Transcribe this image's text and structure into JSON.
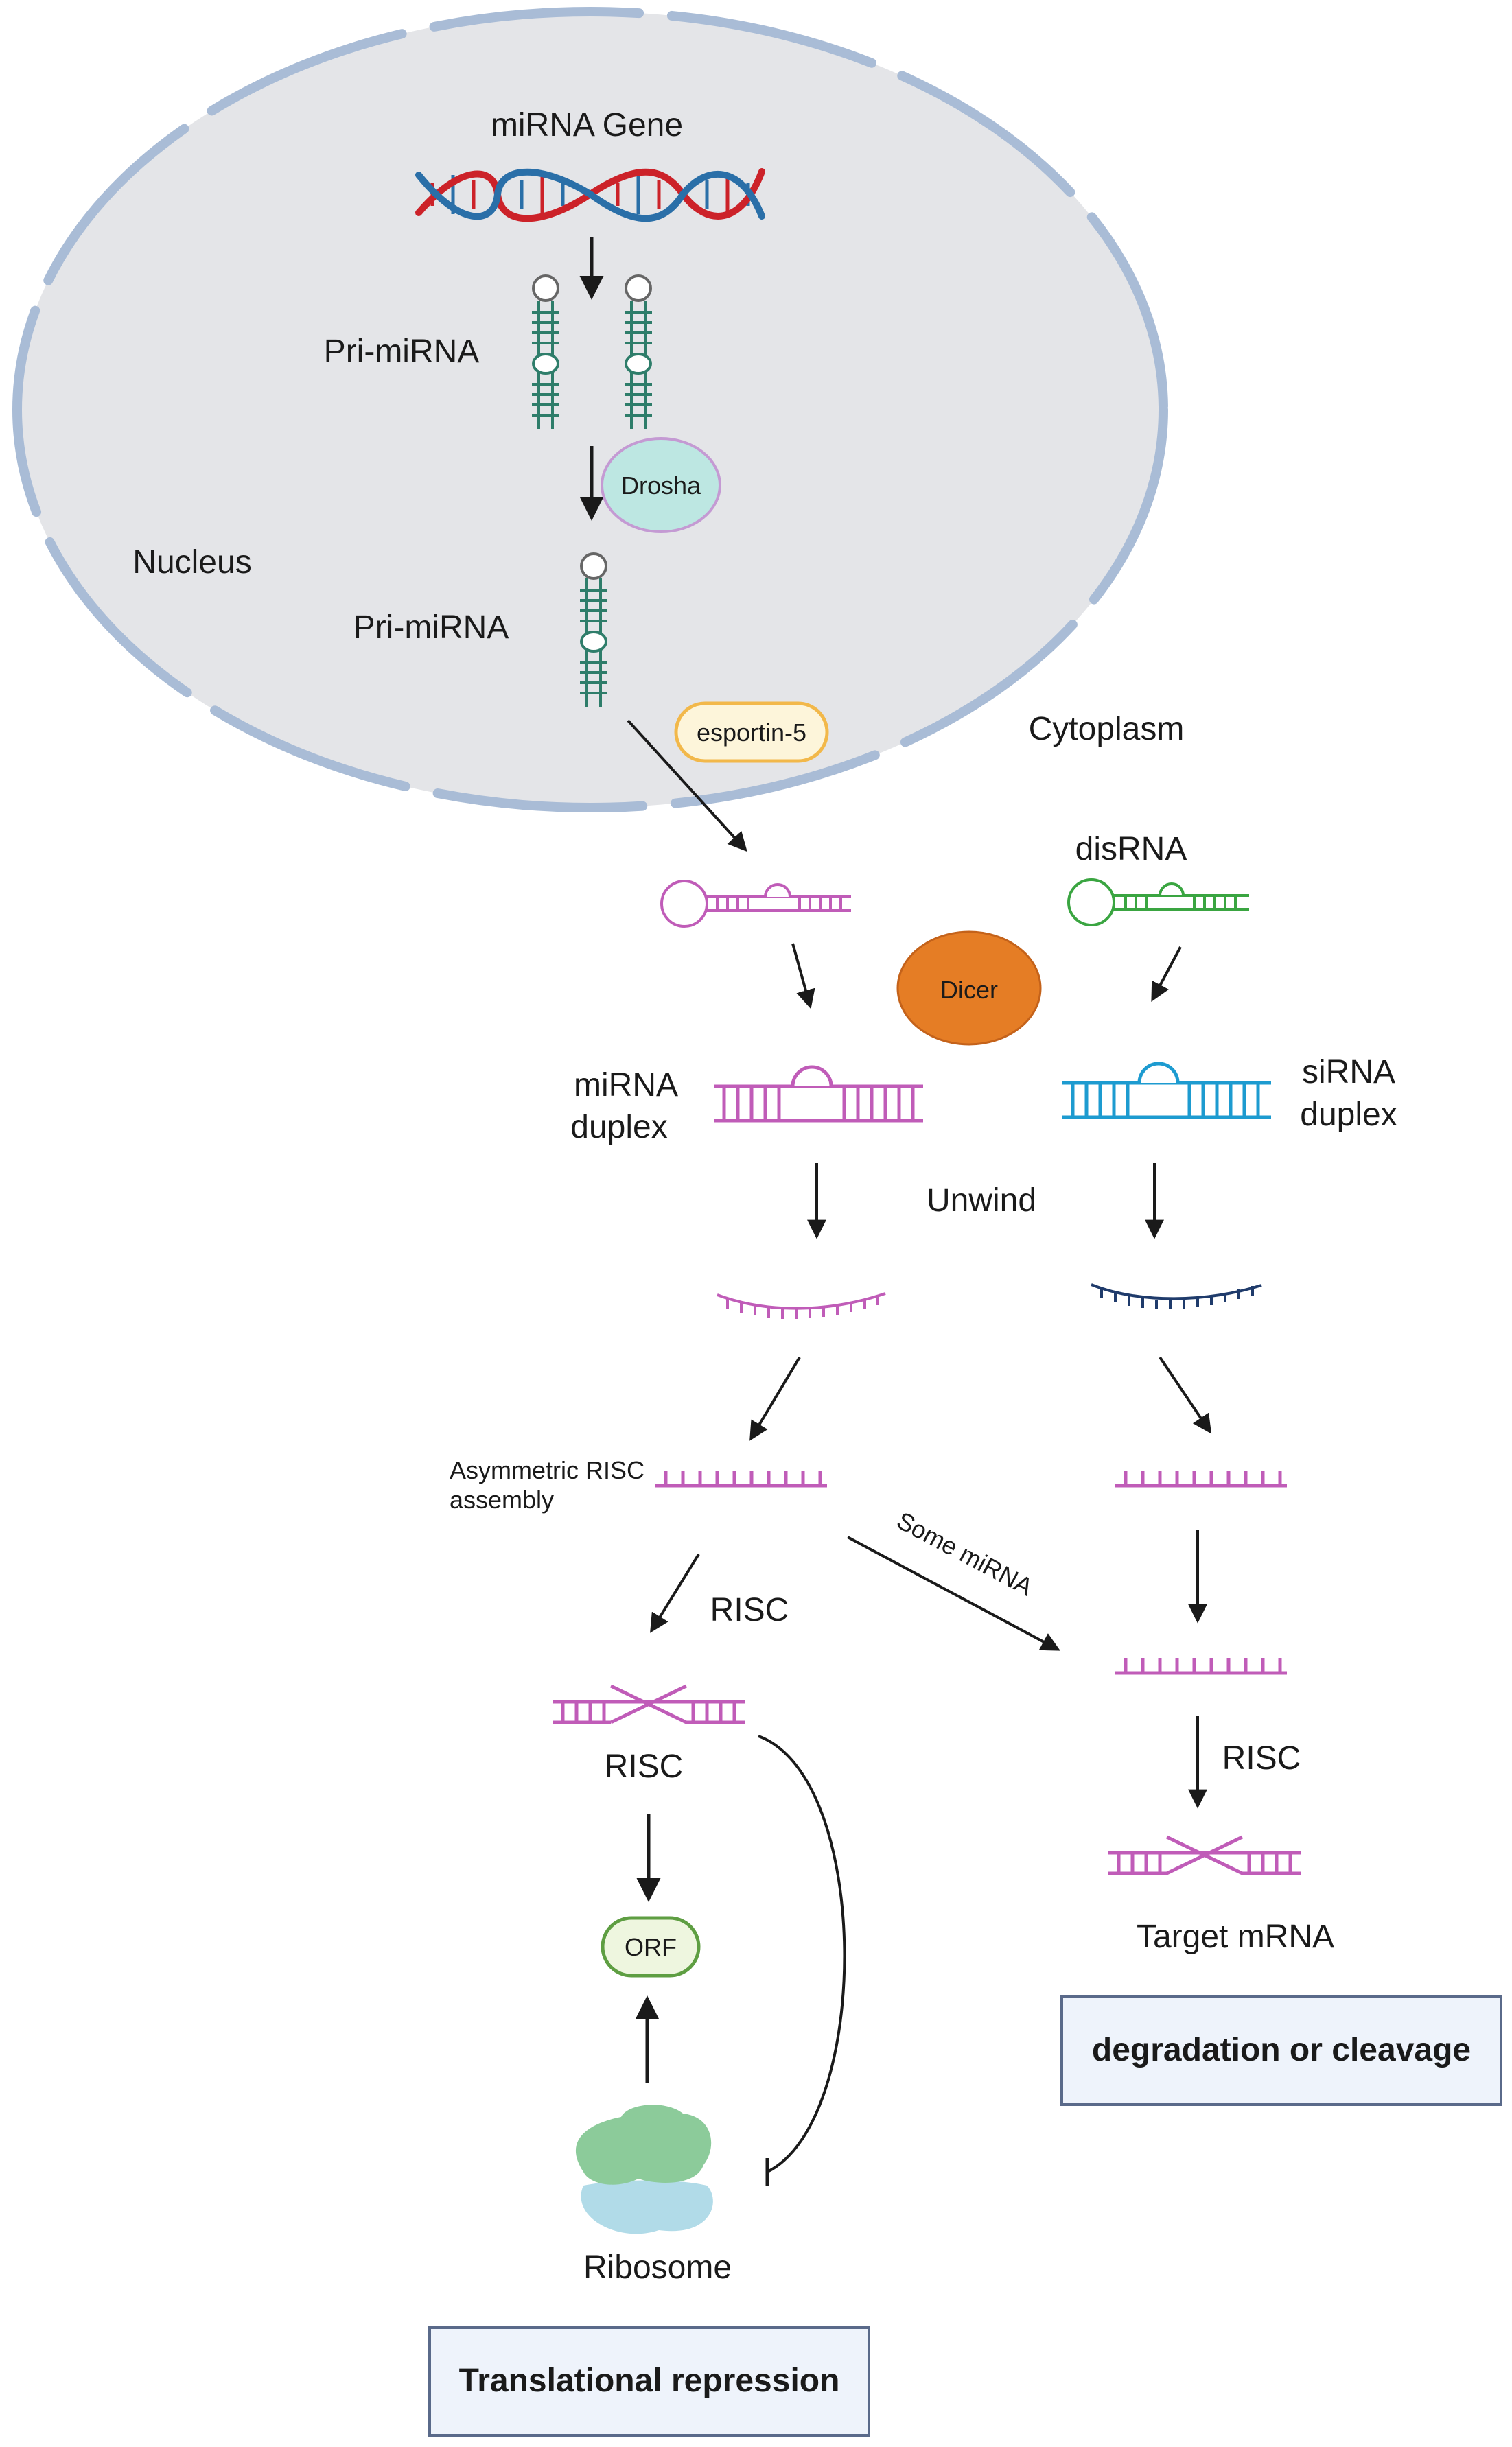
{
  "labels": {
    "mirna_gene": "miRNA Gene",
    "pri_mirna_1": "Pri-miRNA",
    "drosha": "Drosha",
    "nucleus": "Nucleus",
    "pri_mirna_2": "Pri-miRNA",
    "exportin": "esportin-5",
    "cytoplasm": "Cytoplasm",
    "disrna": "disRNA",
    "dicer": "Dicer",
    "mirna_duplex_line1": "miRNA",
    "mirna_duplex_line2": "duplex",
    "sirna_duplex_line1": "siRNA",
    "sirna_duplex_line2": "duplex",
    "unwind": "Unwind",
    "asym_risc_line1": "Asymmetric RISC",
    "asym_risc_line2": "assembly",
    "some_mirna": "Some miRNA",
    "risc_arrow": "RISC",
    "risc_complex": "RISC",
    "risc_right": "RISC",
    "orf": "ORF",
    "target_mrna": "Target mRNA",
    "ribosome": "Ribosome",
    "degradation": "degradation or cleavage",
    "translational_repression": "Translational repression"
  },
  "colors": {
    "nucleus_fill": "#e4e5e8",
    "membrane": "#a9bcd6",
    "dna_red": "#cc2229",
    "dna_blue": "#2a6fa8",
    "pri_green": "#2e7d6a",
    "drosha_fill": "#bde7e2",
    "drosha_stroke": "#c49ad3",
    "exportin_fill": "#fdf5da",
    "exportin_stroke": "#f2b84a",
    "mirna_pink": "#c05cb8",
    "disrna_green": "#3aa541",
    "sirna_blue": "#1d9bd0",
    "dark_navy": "#1f3b6b",
    "dicer_orange": "#e57d25",
    "orf_green": "#5e9e42",
    "orf_fill": "#eef6df",
    "ribosome_green": "#8ccb9a",
    "ribosome_blue": "#b1dbe8",
    "box_fill": "#eef3fb",
    "box_stroke": "#5a6a8a"
  }
}
